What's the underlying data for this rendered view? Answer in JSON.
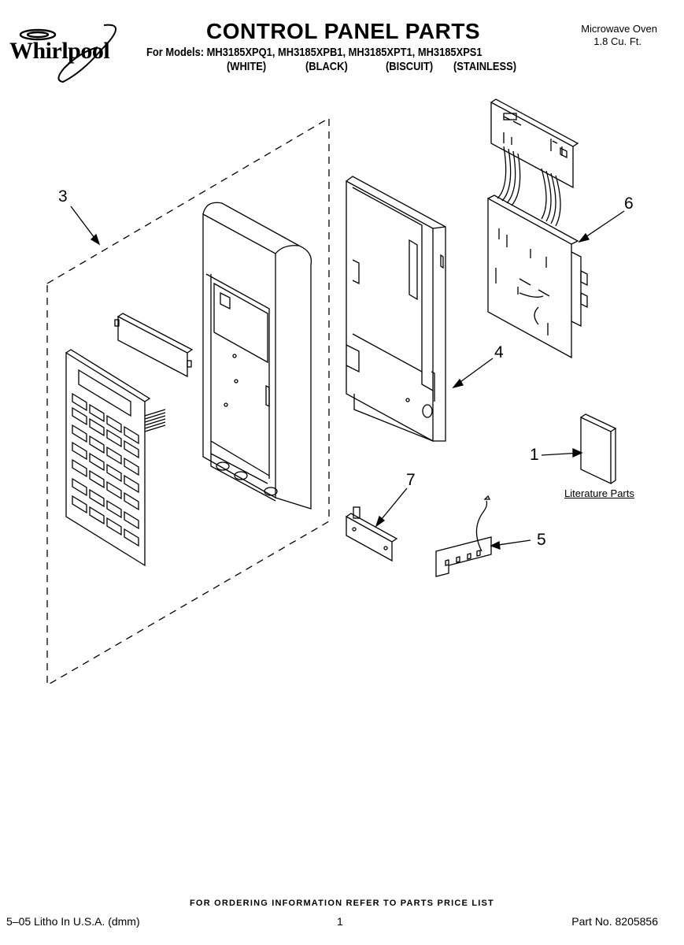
{
  "brand": {
    "name": "Whirlpool"
  },
  "header": {
    "title": "CONTROL PANEL PARTS",
    "models_line": "For Models: MH3185XPQ1, MH3185XPB1, MH3185XPT1, MH3185XPS1",
    "finishes": [
      "(WHITE)",
      "(BLACK)",
      "(BISCUIT)",
      "(STAINLESS)"
    ],
    "product_type": "Microwave Oven",
    "capacity": "1.8 Cu. Ft."
  },
  "callouts": {
    "c1": "1",
    "c3": "3",
    "c4": "4",
    "c5": "5",
    "c6": "6",
    "c7": "7"
  },
  "literature_label": "Literature Parts",
  "footer": {
    "ordering": "FOR ORDERING INFORMATION REFER TO PARTS PRICE LIST",
    "print_info": "5–05 Litho In U.S.A. (dmm)",
    "page": "1",
    "part_no": "Part No. 8205856"
  }
}
